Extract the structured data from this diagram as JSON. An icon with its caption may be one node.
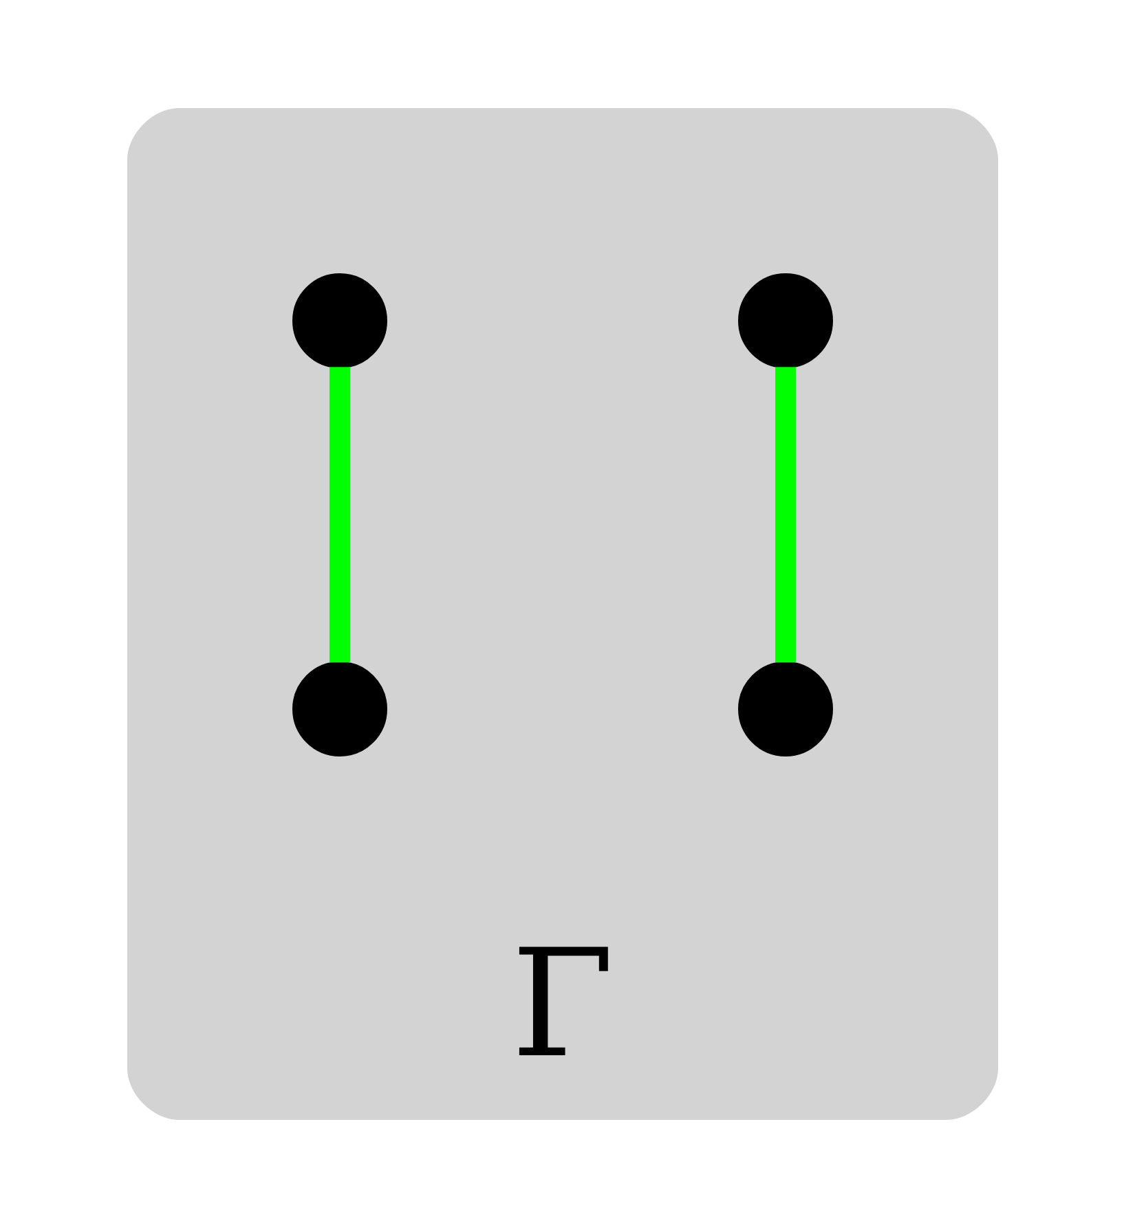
{
  "diagram": {
    "nodes": [
      {
        "text": [
          "Γ"
        ]
      },
      {
        "text": [],
        "shape": "circle",
        "in": 0
      },
      {
        "text": [],
        "shape": "circle",
        "in": 0
      },
      {
        "text": [],
        "shape": "circle",
        "in": 0
      },
      {
        "text": [],
        "shape": "circle",
        "in": 0
      }
    ],
    "edges": [
      {
        "from": 1,
        "to": 3,
        "arrow": "none"
      },
      {
        "from": 2,
        "to": 4,
        "arrow": "none"
      }
    ]
  }
}
